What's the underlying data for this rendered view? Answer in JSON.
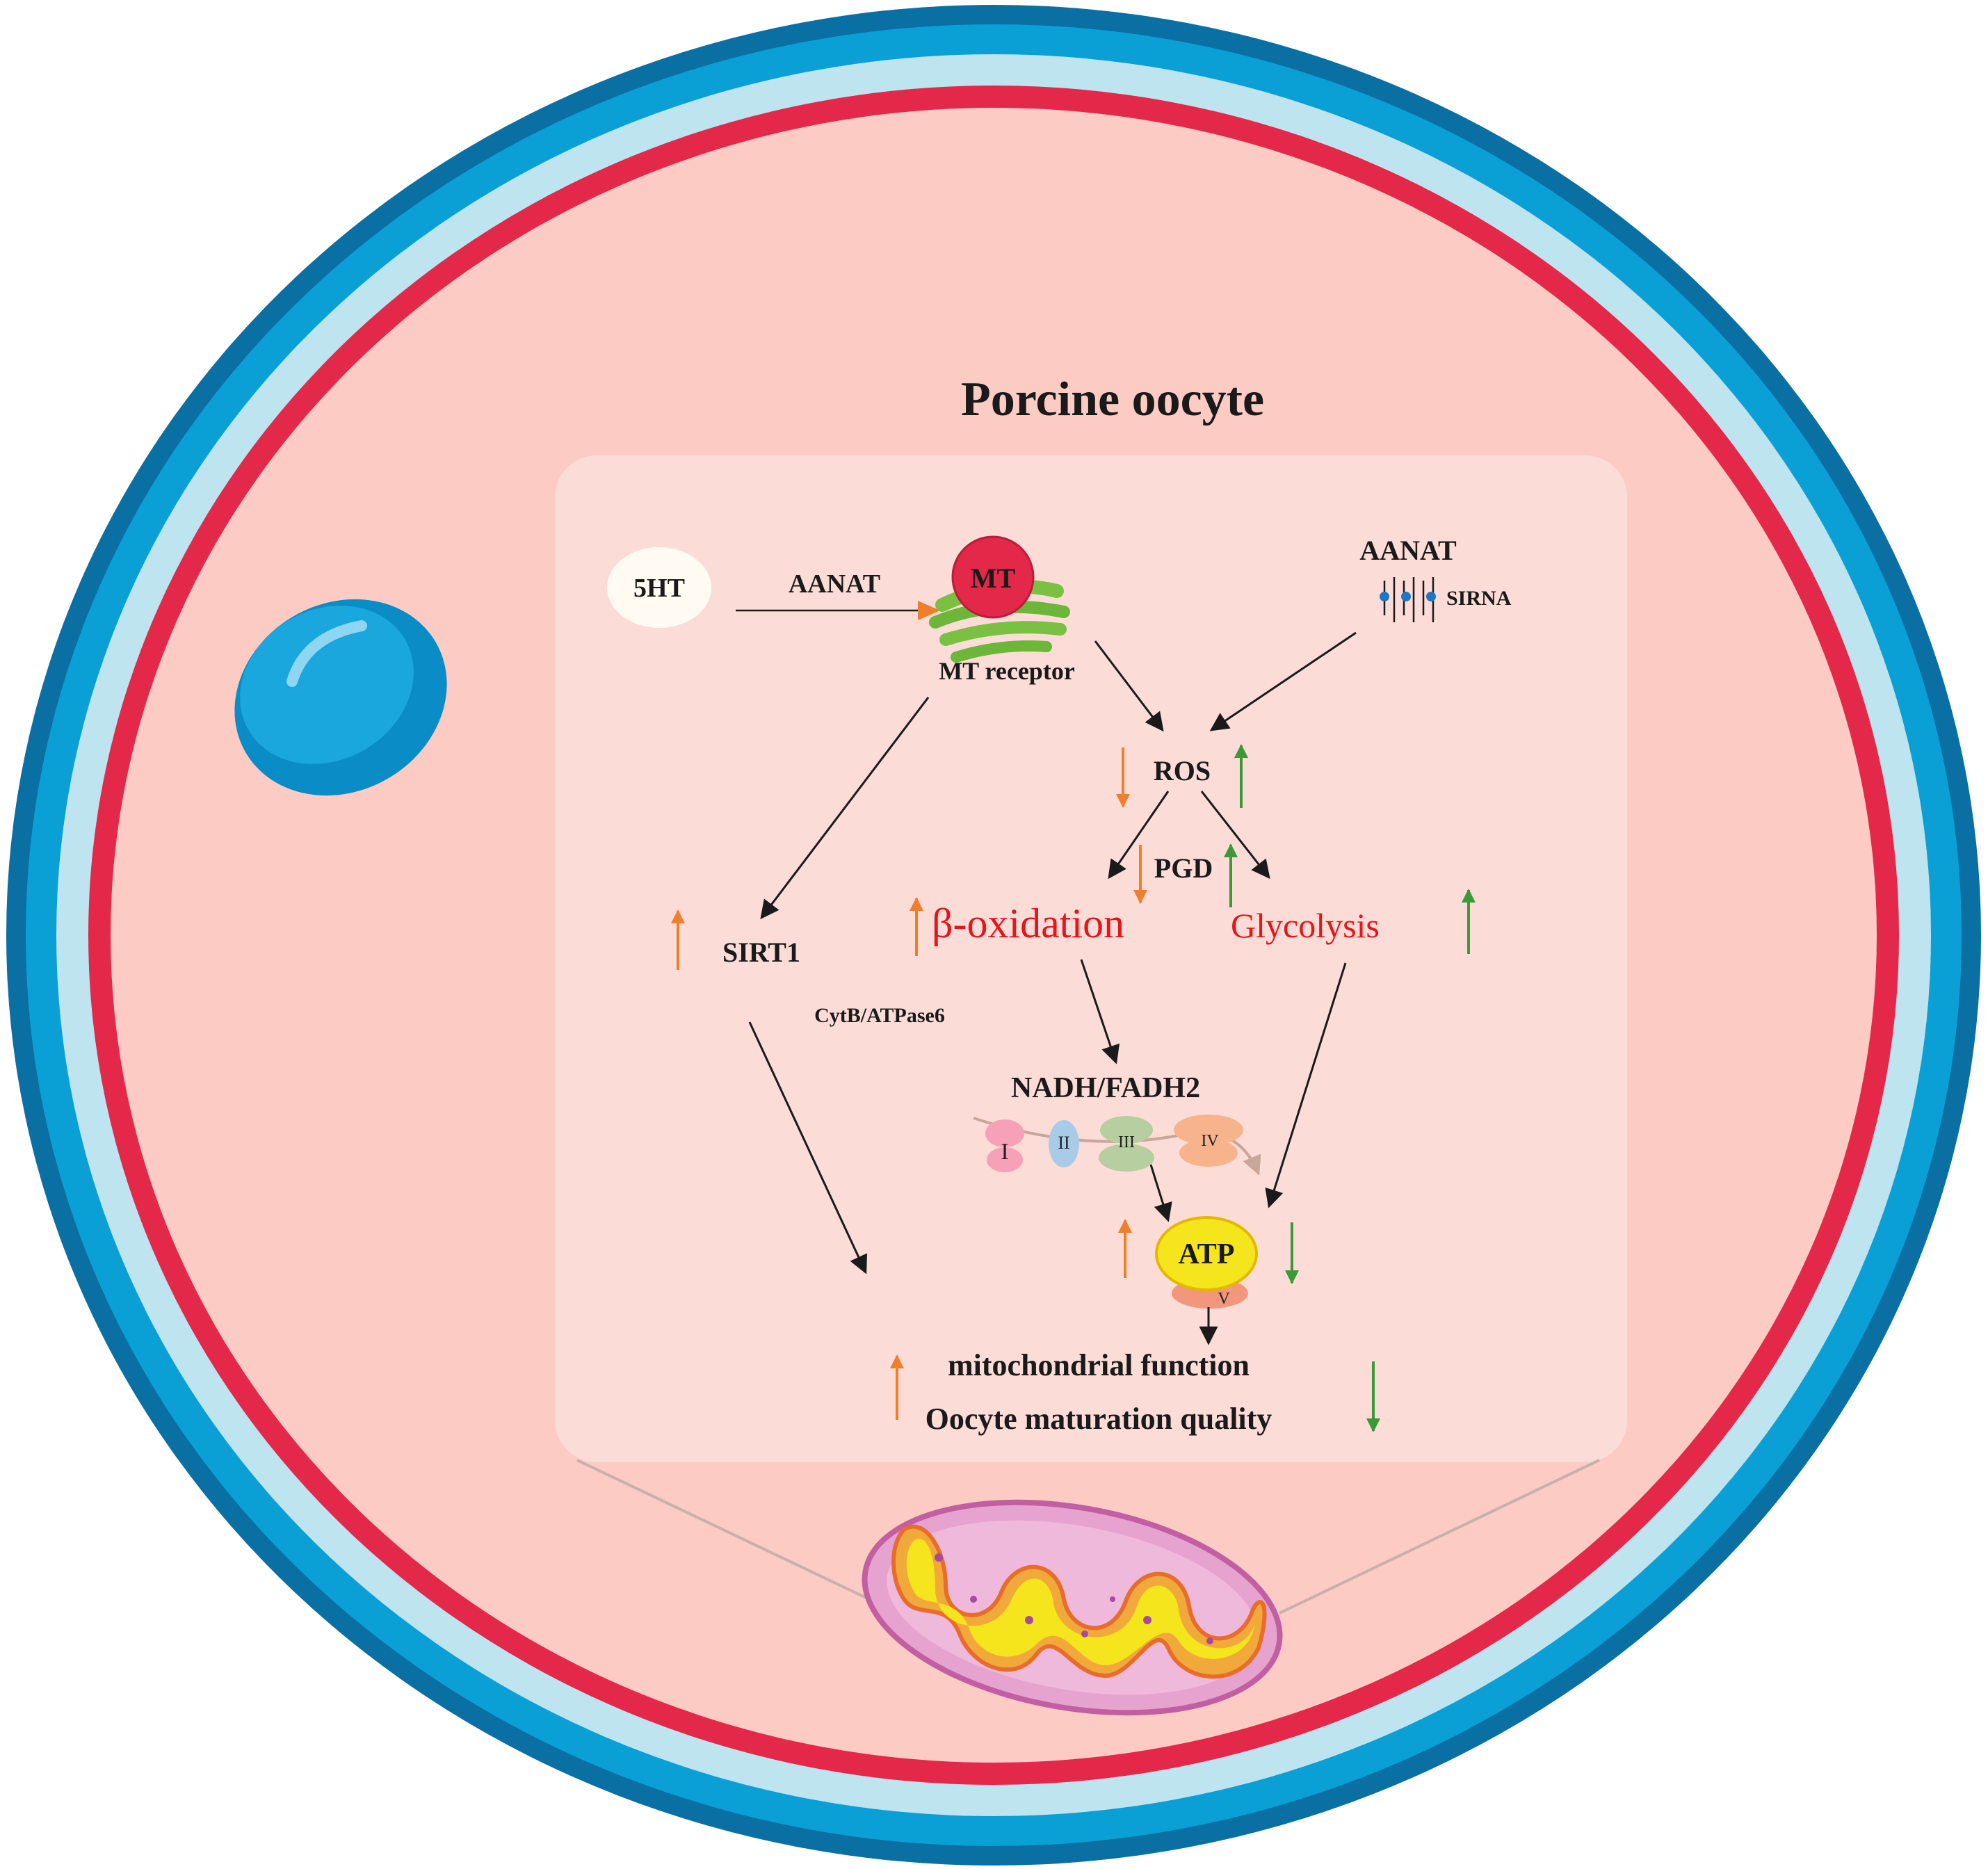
{
  "title": "Porcine oocyte",
  "nodes": {
    "serotonin": "5HT",
    "enzyme_left": "AANAT",
    "melatonin": "MT",
    "receptor": "MT receptor",
    "enzyme_right": "AANAT",
    "sirna": "SIRNA",
    "ros": "ROS",
    "pgd": "PGD",
    "sirt1": "SIRT1",
    "beta_oxidation": "β-oxidation",
    "glycolysis": "Glycolysis",
    "cytb": "CytB/ATPase6",
    "nadh": "NADH/FADH2",
    "complex_1": "I",
    "complex_2": "II",
    "complex_3": "III",
    "complex_4": "IV",
    "complex_5": "V",
    "atp": "ATP",
    "outcome_1": "mitochondrial function",
    "outcome_2": "Oocyte maturation quality"
  },
  "colors": {
    "outer_ring": "#0a6fa3",
    "ring_mid": "#0aa0d6",
    "ring_light": "#bde4ef",
    "membrane_red": "#e3284a",
    "cytoplasm": "#fbcbc4",
    "panel": "#fcdcd7",
    "increase": "#f07f2c",
    "decrease_green": "#3a9a3a",
    "text_red": "#e3161b"
  }
}
